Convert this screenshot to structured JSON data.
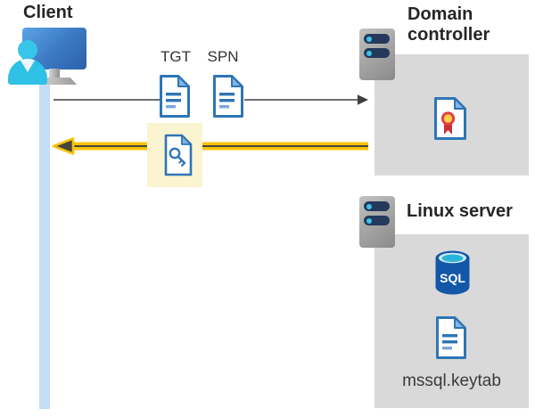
{
  "diagram": {
    "client": {
      "label": "Client"
    },
    "request_flow": {
      "tickets": [
        {
          "label": "TGT"
        },
        {
          "label": "SPN"
        }
      ]
    },
    "response_flow": {
      "highlighted": true
    },
    "domain_controller": {
      "label": "Domain controller"
    },
    "linux_server": {
      "label": "Linux server",
      "database_label": "SQL",
      "keytab_label": "mssql.keytab"
    },
    "colors": {
      "request_arrow": "#58595b",
      "response_arrow_yellow": "#f7c306",
      "response_arrow_core": "#45453e",
      "highlight_background": "#fbf4d0",
      "panel_gray": "#d9d9d9",
      "document_blue": "#2e75b6",
      "document_fold_blue": "#85b4e0",
      "person_cyan": "#2fc0e6",
      "monitor_blue": "#3b79c2",
      "timeline_blue": "#c5dcf7",
      "sql_blue": "#1257a8",
      "server_slot_navy": "#24395c",
      "certificate_red": "#e63b40",
      "certificate_gold": "#ffd24a"
    }
  }
}
